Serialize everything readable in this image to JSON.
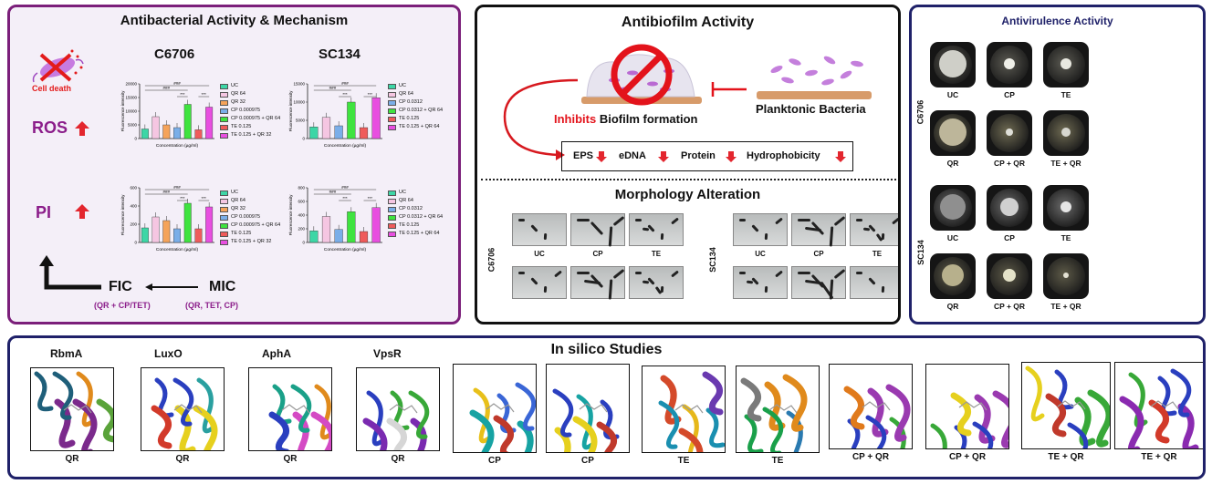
{
  "antibacterial": {
    "title": "Antibacterial Activity & Mechanism",
    "cell_death": "Cell death",
    "ros": "ROS",
    "pi": "PI",
    "strain1": "C6706",
    "strain2": "SC134",
    "mic": "MIC",
    "mic_sub": "(QR, TET, CP)",
    "fic": "FIC",
    "fic_sub": "(QR + CP/TET)",
    "x_axis": "Concentration (µg/ml)",
    "y_axis": "Fluorescence intensity",
    "sig1": "###",
    "sig2": "***",
    "colors": [
      "#3dd6a6",
      "#f5c6e2",
      "#f5a35a",
      "#7aaee8",
      "#3fe33f",
      "#ef5b5b",
      "#e84fe0"
    ]
  },
  "chart_data": [
    {
      "type": "bar",
      "panel": "C6706 ROS",
      "categories": [
        "UC",
        "QR 64",
        "QR 32",
        "CP 0.000975",
        "CP 0.000975 + QR 64",
        "TE 0.125",
        "TE 0.125 + QR 32"
      ],
      "values": [
        3500,
        8000,
        5000,
        4000,
        12500,
        3200,
        11500
      ],
      "ylim": [
        0,
        20000
      ],
      "yticks": [
        "0",
        "5000",
        "10000",
        "15000",
        "20000"
      ]
    },
    {
      "type": "bar",
      "panel": "SC134 ROS",
      "categories": [
        "UC",
        "QR 64",
        "CP 0.0312",
        "CP 0.0312 + QR 64",
        "TE 0.125",
        "TE 0.125 + QR 64"
      ],
      "values": [
        3200,
        5800,
        3500,
        10000,
        3000,
        11200
      ],
      "ylim": [
        0,
        15000
      ],
      "yticks": [
        "0",
        "5000",
        "10000",
        "15000"
      ]
    },
    {
      "type": "bar",
      "panel": "C6706 PI",
      "categories": [
        "UC",
        "QR 64",
        "QR 32",
        "CP 0.000975",
        "CP 0.000975 + QR 64",
        "TE 0.125",
        "TE 0.125 + QR 32"
      ],
      "values": [
        160,
        280,
        240,
        150,
        430,
        150,
        390
      ],
      "ylim": [
        0,
        600
      ],
      "yticks": [
        "0",
        "200",
        "400",
        "600"
      ]
    },
    {
      "type": "bar",
      "panel": "SC134 PI",
      "categories": [
        "UC",
        "QR 64",
        "CP 0.0312",
        "CP 0.0312 + QR 64",
        "TE 0.125",
        "TE 0.125 + QR 64"
      ],
      "values": [
        170,
        380,
        190,
        450,
        160,
        510
      ],
      "ylim": [
        0,
        800
      ],
      "yticks": [
        "0",
        "200",
        "400",
        "600",
        "800"
      ]
    }
  ],
  "biofilm": {
    "title": "Antibiofilm Activity",
    "inhibits": "Inhibits",
    "biofilm_formation": "Biofilm formation",
    "planktonic": "Planktonic Bacteria",
    "markers": [
      "EPS",
      "eDNA",
      "Protein",
      "Hydrophobicity"
    ],
    "morph_title": "Morphology Alteration",
    "strain1": "C6706",
    "strain2": "SC134",
    "micro_labels": [
      "UC",
      "CP",
      "TE"
    ]
  },
  "virulence": {
    "title": "Antivirulence Activity",
    "strain1": "C6706",
    "strain2": "SC134",
    "row1": [
      "UC",
      "CP",
      "TE"
    ],
    "row2": [
      "QR",
      "CP + QR",
      "TE + QR"
    ]
  },
  "insilico": {
    "title": "In silico Studies",
    "targets": [
      "RbmA",
      "LuxO",
      "AphA",
      "VpsR"
    ],
    "captions": [
      "QR",
      "QR",
      "QR",
      "QR",
      "CP",
      "CP",
      "TE",
      "TE",
      "CP + QR",
      "CP + QR",
      "TE + QR",
      "TE + QR"
    ]
  }
}
